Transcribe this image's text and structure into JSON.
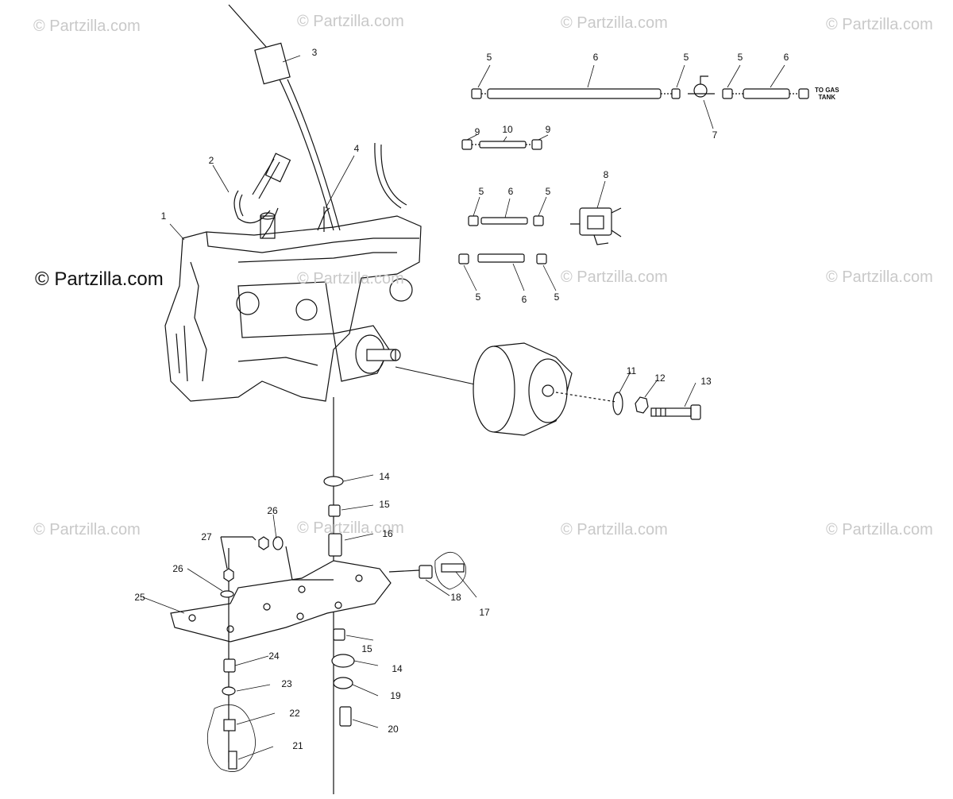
{
  "watermark": "© Partzilla.com",
  "callouts": {
    "c1": "1",
    "c2": "2",
    "c3": "3",
    "c4": "4",
    "c5a": "5",
    "c6a": "6",
    "c5b": "5",
    "c5c": "5",
    "c6b": "6",
    "c7": "7",
    "c9a": "9",
    "c10": "10",
    "c9b": "9",
    "c8": "8",
    "c5d": "5",
    "c6c": "6",
    "c5e": "5",
    "c5f": "5",
    "c6d": "6",
    "c5g": "5",
    "c11": "11",
    "c12": "12",
    "c13": "13",
    "c14a": "14",
    "c15a": "15",
    "c16": "16",
    "c26a": "26",
    "c27": "27",
    "c26b": "26",
    "c25": "25",
    "c18": "18",
    "c17": "17",
    "c15b": "15",
    "c14b": "14",
    "c24": "24",
    "c23": "23",
    "c19": "19",
    "c22": "22",
    "c20": "20",
    "c21": "21"
  },
  "tank_note_line1": "TO GAS",
  "tank_note_line2": "TANK"
}
